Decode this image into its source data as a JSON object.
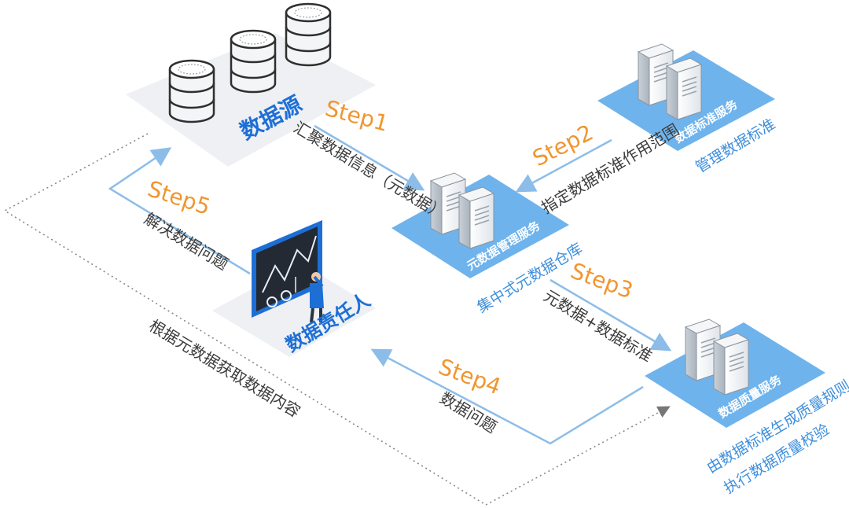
{
  "nodes": {
    "data_source": {
      "label": "数据源"
    },
    "meta_service": {
      "platform": "元数据管理服务",
      "caption": "集中式元数据仓库"
    },
    "standard_service": {
      "platform": "数据标准服务",
      "caption": "管理数据标准"
    },
    "quality_service": {
      "platform": "数据质量服务",
      "caption_line1": "由数据标准生成质量规则",
      "caption_line2": "执行数据质量校验"
    },
    "owner": {
      "label": "数据责任人"
    }
  },
  "steps": {
    "step1": {
      "name": "Step1",
      "text": "汇聚数据信息（元数据）"
    },
    "step2": {
      "name": "Step2",
      "text": "指定数据标准作用范围"
    },
    "step3": {
      "name": "Step3",
      "text": "元数据+数据标准"
    },
    "step4": {
      "name": "Step4",
      "text": "数据问题"
    },
    "step5": {
      "name": "Step5",
      "text": "解决数据问题"
    }
  },
  "loop_label": "根据元数据获取数据内容",
  "colors": {
    "accent_orange": "#f0962f",
    "platform_blue": "#6fb3ec",
    "caption_blue": "#3f8fdc",
    "arrow_blue": "#8cbde8",
    "title_blue": "#1d6fd6"
  }
}
